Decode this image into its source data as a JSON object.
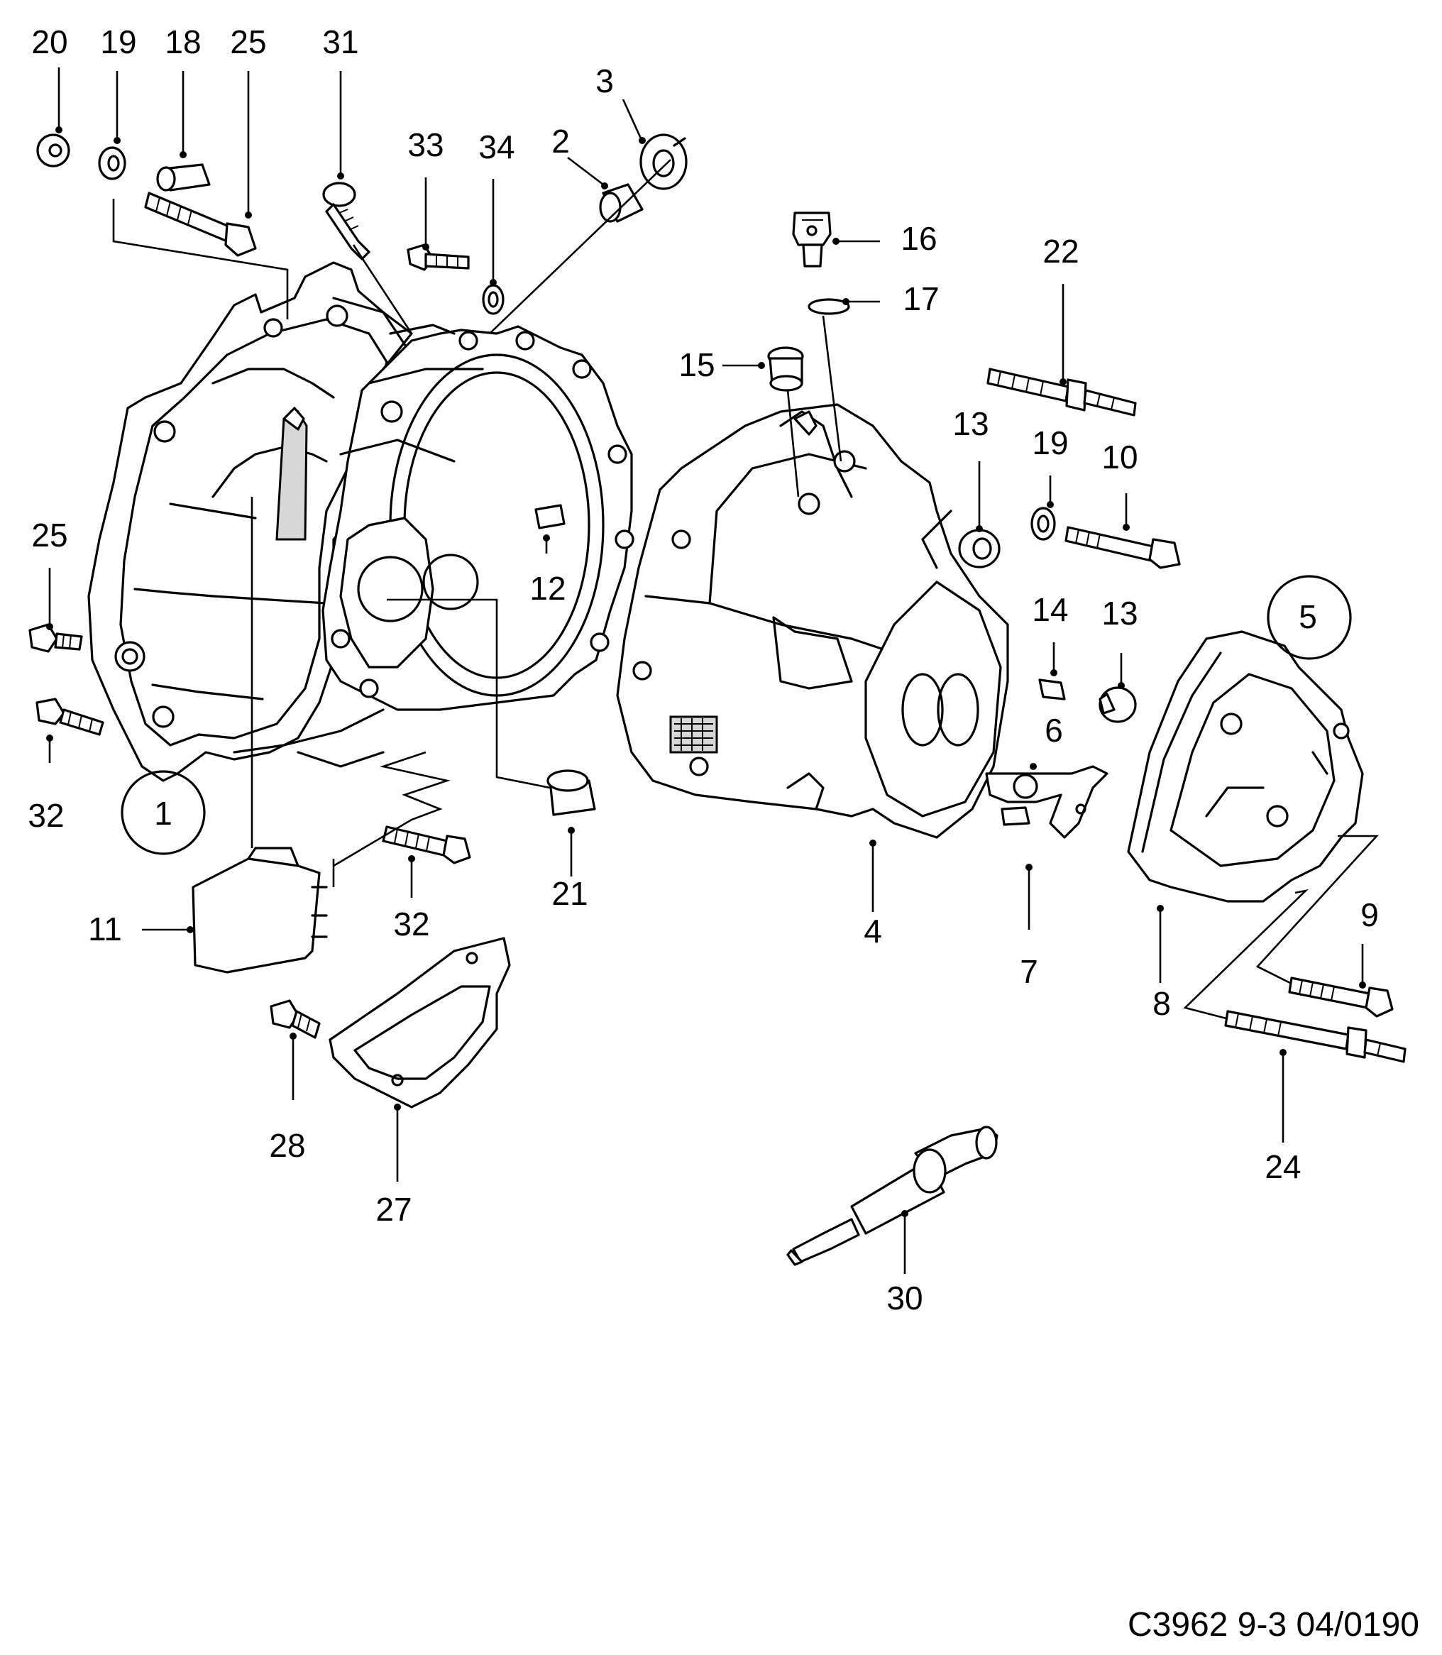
{
  "reference_code": "C3962 9-3 04/0190",
  "callouts": {
    "p1": "1",
    "p2": "2",
    "p3": "3",
    "p4": "4",
    "p5": "5",
    "p6": "6",
    "p7": "7",
    "p8": "8",
    "p9": "9",
    "p10": "10",
    "p11": "11",
    "p12": "12",
    "p13a": "13",
    "p13b": "13",
    "p14": "14",
    "p15": "15",
    "p16": "16",
    "p17": "17",
    "p18": "18",
    "p19a": "19",
    "p19b": "19",
    "p20": "20",
    "p21": "21",
    "p22": "22",
    "p24": "24",
    "p25a": "25",
    "p25b": "25",
    "p27": "27",
    "p28": "28",
    "p30": "30",
    "p31": "31",
    "p32a": "32",
    "p32b": "32",
    "p33": "33",
    "p34": "34"
  }
}
